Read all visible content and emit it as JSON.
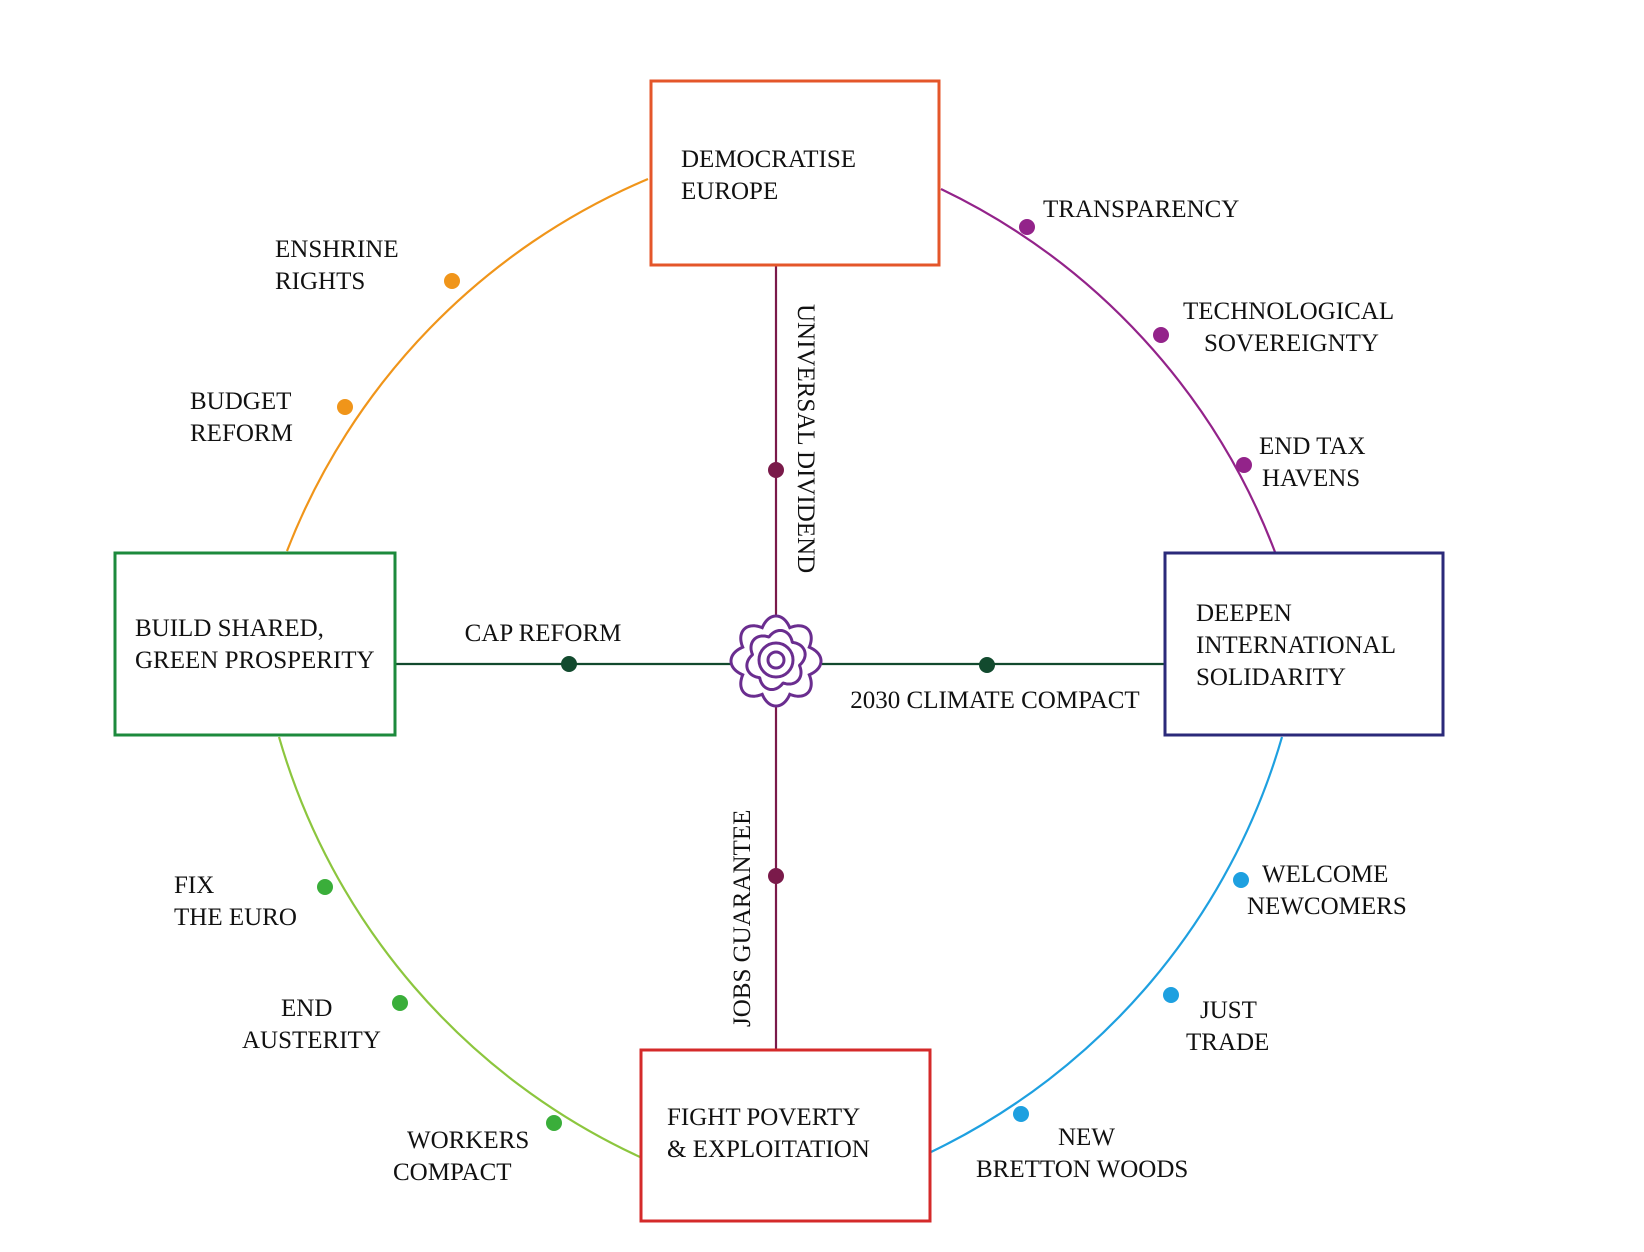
{
  "center_icon": "rose-emblem-icon",
  "pillars": [
    {
      "id": "top",
      "lines": [
        "DEMOCRATISE",
        "EUROPE"
      ],
      "color": "#e4562a"
    },
    {
      "id": "right",
      "lines": [
        "DEEPEN",
        "INTERNATIONAL",
        "SOLIDARITY"
      ],
      "color": "#2b2a7a"
    },
    {
      "id": "bottom",
      "lines": [
        "FIGHT POVERTY",
        "& EXPLOITATION"
      ],
      "color": "#d42a2a"
    },
    {
      "id": "left",
      "lines": [
        "BUILD SHARED,",
        "GREEN PROSPERITY"
      ],
      "color": "#1c8a3c"
    }
  ],
  "arcs": [
    {
      "id": "top-left",
      "color": "#f0951a",
      "items": [
        [
          "ENSHRINE",
          "RIGHTS"
        ],
        [
          "BUDGET",
          "REFORM"
        ]
      ]
    },
    {
      "id": "top-right",
      "color": "#93238a",
      "items": [
        [
          "TRANSPARENCY"
        ],
        [
          "TECHNOLOGICAL",
          "SOVEREIGNTY"
        ],
        [
          "END TAX",
          "HAVENS"
        ]
      ]
    },
    {
      "id": "bottom-right",
      "color": "#1ea0e0",
      "items": [
        [
          "WELCOME",
          "NEWCOMERS"
        ],
        [
          "JUST",
          "TRADE"
        ],
        [
          "NEW",
          "BRETTON WOODS"
        ]
      ]
    },
    {
      "id": "bottom-left",
      "color": "#8cc63e",
      "dot_color": "#3aae3a",
      "items": [
        [
          "FIX",
          "THE EURO"
        ],
        [
          "END",
          "AUSTERITY"
        ],
        [
          "WORKERS",
          "COMPACT"
        ]
      ]
    }
  ],
  "spokes": [
    {
      "id": "up",
      "label": "UNIVERSAL DIVIDEND",
      "color": "#7a1a4a"
    },
    {
      "id": "down",
      "label": "JOBS GUARANTEE",
      "color": "#7a1a4a"
    },
    {
      "id": "left",
      "label": "CAP REFORM",
      "color": "#124a2e"
    },
    {
      "id": "right",
      "label": "2030 CLIMATE COMPACT",
      "color": "#124a2e"
    }
  ],
  "emblem_color": "#6a2d8f"
}
